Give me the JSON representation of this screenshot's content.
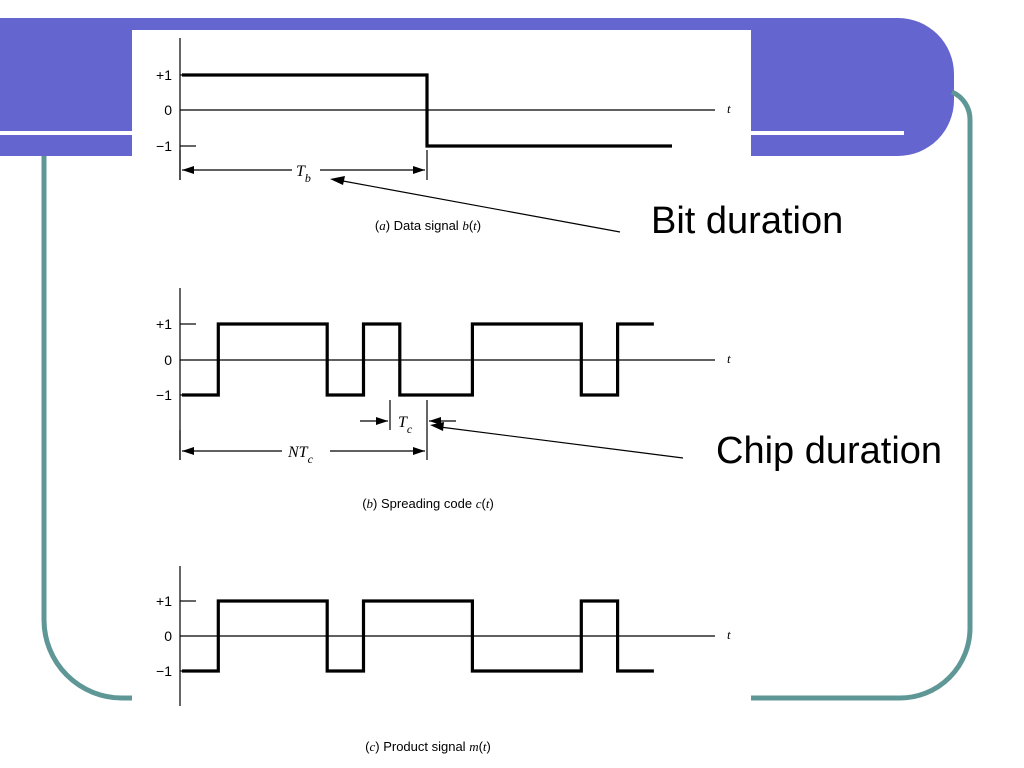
{
  "colors": {
    "accent": "#6565cf",
    "border": "#5f9797",
    "wave": "#000000"
  },
  "levels": {
    "plus": "+1",
    "zero": "0",
    "minus": "−1"
  },
  "axis_var": "t",
  "panels": {
    "a": {
      "caption_letter": "a",
      "caption_text": " Data signal ",
      "caption_func": "b",
      "caption_arg": "t",
      "period_main": "T",
      "period_sub": "b",
      "waveform_changes": [
        0,
        1
      ],
      "levels_seq": [
        1,
        -1
      ]
    },
    "b": {
      "caption_letter": "b",
      "caption_text": " Spreading code ",
      "caption_func": "c",
      "caption_arg": "t",
      "chip_main": "T",
      "chip_sub": "c",
      "span_main": "NT",
      "span_sub": "c",
      "levels_seq": [
        -1,
        1,
        1,
        1,
        -1,
        1,
        -1,
        -1,
        1,
        1,
        1,
        -1,
        1
      ]
    },
    "c": {
      "caption_letter": "c",
      "caption_text": " Product signal ",
      "caption_func": "m",
      "caption_arg": "t",
      "levels_seq": [
        -1,
        1,
        1,
        1,
        -1,
        1,
        1,
        1,
        -1,
        -1,
        -1,
        1,
        -1
      ]
    }
  },
  "annotations": {
    "bit": "Bit duration",
    "chip": "Chip duration"
  }
}
